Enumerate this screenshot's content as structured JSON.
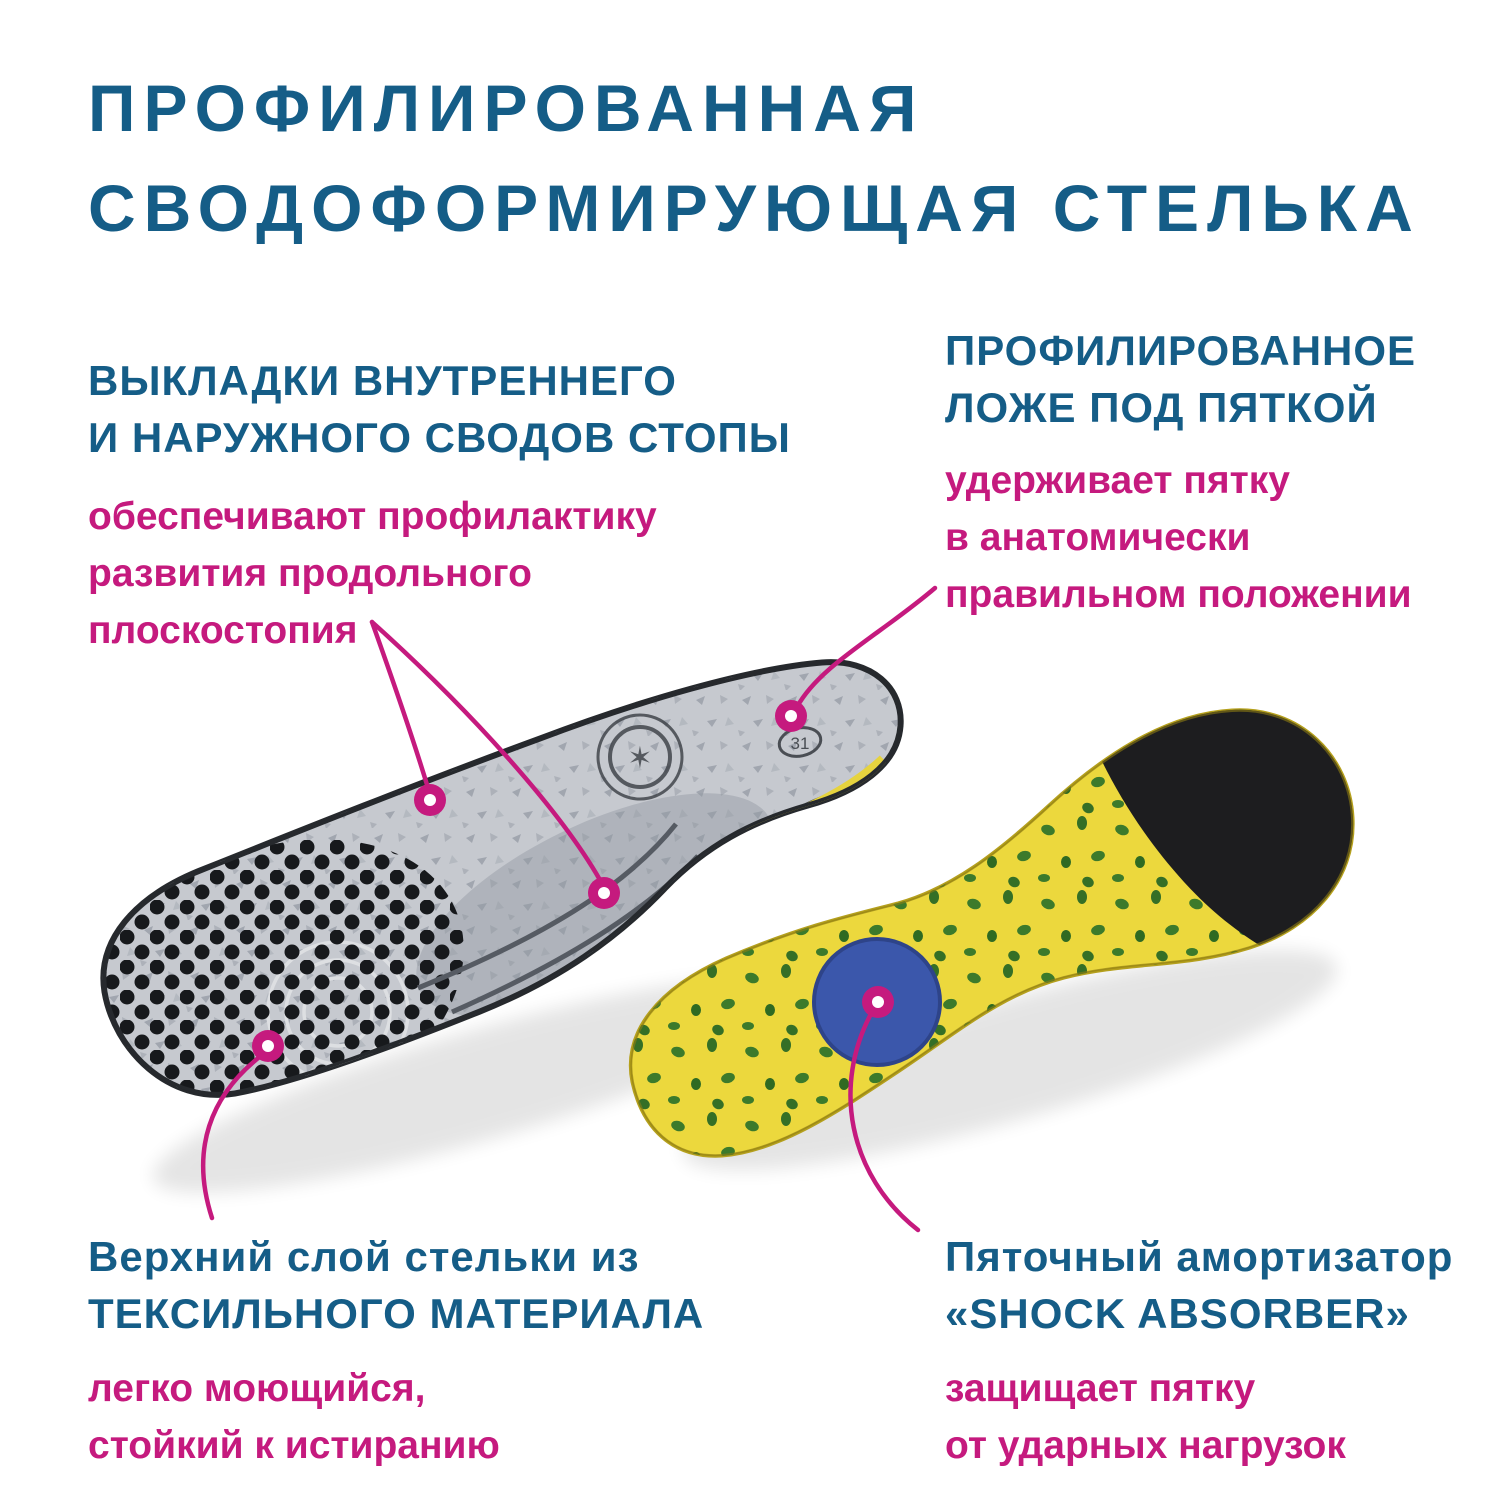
{
  "title": {
    "lines": [
      "ПРОФИЛИРОВАННАЯ",
      "СВОДОФОРМИРУЮЩАЯ СТЕЛЬКА"
    ]
  },
  "callouts": {
    "arch": {
      "heading": [
        "ВЫКЛАДКИ ВНУТРЕННЕГО",
        "И НАРУЖНОГО СВОДОВ СТОПЫ"
      ],
      "desc": [
        "обеспечивают профилактику",
        "развития продольного",
        "плоскостопия"
      ]
    },
    "heel_bed": {
      "heading": [
        "ПРОФИЛИРОВАННОЕ",
        "ЛОЖЕ ПОД ПЯТКОЙ"
      ],
      "desc": [
        "удерживает пятку",
        "в анатомически",
        "правильном положении"
      ]
    },
    "textile": {
      "heading": [
        "Верхний слой стельки из",
        "ТЕКСИЛЬНОГО МАТЕРИАЛА"
      ],
      "desc": [
        "легко моющийся,",
        "стойкий к истиранию"
      ]
    },
    "shock": {
      "heading": [
        "Пяточный амортизатор",
        "«SHOCK ABSORBER»"
      ],
      "desc": [
        "защищает пятку",
        "от ударных нагрузок"
      ]
    }
  },
  "stamp": {
    "size": "31"
  },
  "colors": {
    "title_blue": "#155d87",
    "magenta": "#c51a7e",
    "insole_gray": "#c6c9cf",
    "insole_yellow": "#ecd83d",
    "dot_green": "#3c7a2b",
    "disc_blue": "#3b57ab",
    "heel_black": "#1d1d1f"
  }
}
